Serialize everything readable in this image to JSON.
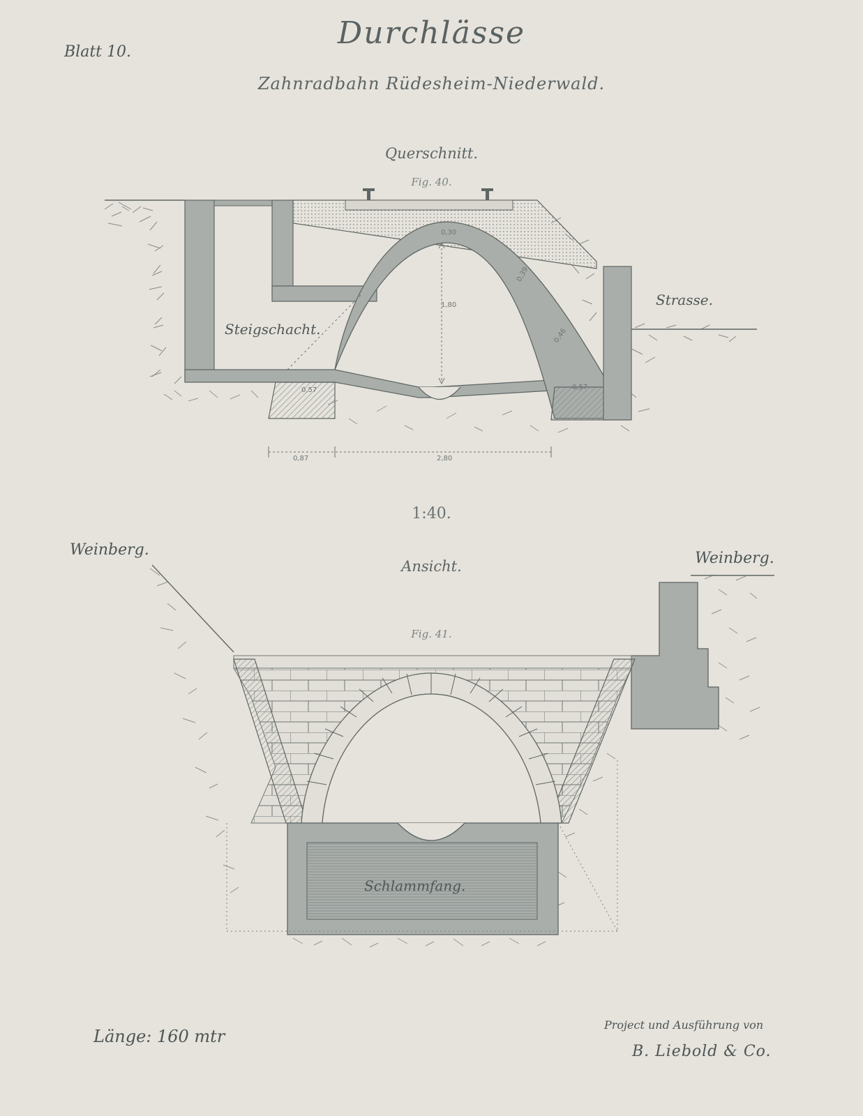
{
  "header": {
    "sheet": "Blatt 10.",
    "title": "Durchlässe",
    "subtitle": "Zahnradbahn Rüdesheim-Niederwald."
  },
  "figure40": {
    "section_title": "Querschnitt.",
    "fig_label": "Fig. 40.",
    "labels": {
      "shaft": "Steigschacht.",
      "road": "Strasse."
    },
    "dimensions": {
      "crown": "0,30",
      "height": "1,80",
      "arch_upper": "0,39",
      "arch_lower": "0,46",
      "left_foot": "0,57",
      "right_foot": "0,57",
      "span_left": "0,87",
      "span": "2,80"
    }
  },
  "scale": "1:40.",
  "figure41": {
    "side_left": "Weinberg.",
    "side_right": "Weinberg.",
    "section_title": "Ansicht.",
    "fig_label": "Fig. 41.",
    "basin_label": "Schlammfang."
  },
  "footer": {
    "length": "Länge: 160 mtr",
    "credit_line1": "Project und Ausführung von",
    "credit_line2": "B. Liebold & Co."
  },
  "colors": {
    "paper": "#e6e3dc",
    "ink": "#5c6464",
    "masonry": "#a9aeab"
  }
}
